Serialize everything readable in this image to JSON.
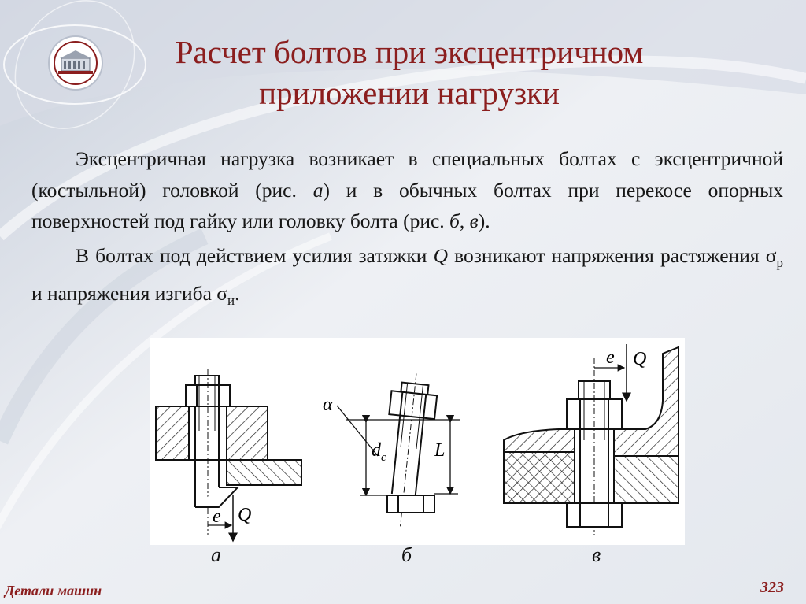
{
  "slide": {
    "title_line1": "Расчет болтов при эксцентричном",
    "title_line2": "приложении нагрузки",
    "para1": {
      "text_a": "Эксцентричная нагрузка возникает в специальных болтах с эксцентричной (костыльной) головкой (рис. ",
      "ref_a": "а",
      "text_b": ") и в обычных болтах при перекосе опорных поверхностей под гайку или головку болта (рис. ",
      "ref_b": "б",
      "sep": ", ",
      "ref_c": "в",
      "text_c": ")."
    },
    "para2": {
      "text_a": "В болтах под действием усилия затяжки ",
      "q": "Q",
      "text_b": " возникают напряжения растяжения ",
      "sigma1": "σ",
      "sub1": "р",
      "text_c": " и напряжения изгиба ",
      "sigma2": "σ",
      "sub2": "и",
      "text_d": "."
    },
    "figure": {
      "labels": [
        "а",
        "б",
        "в"
      ],
      "e_label": "e",
      "q_label": "Q",
      "alpha_label": "α",
      "dc_label": "d",
      "dc_sub": "c",
      "l_label": "L"
    },
    "footer_left": "Детали машин",
    "page_number": "323",
    "colors": {
      "title": "#8b1e1e",
      "background": "#e9ecf1",
      "text": "#161616"
    }
  }
}
